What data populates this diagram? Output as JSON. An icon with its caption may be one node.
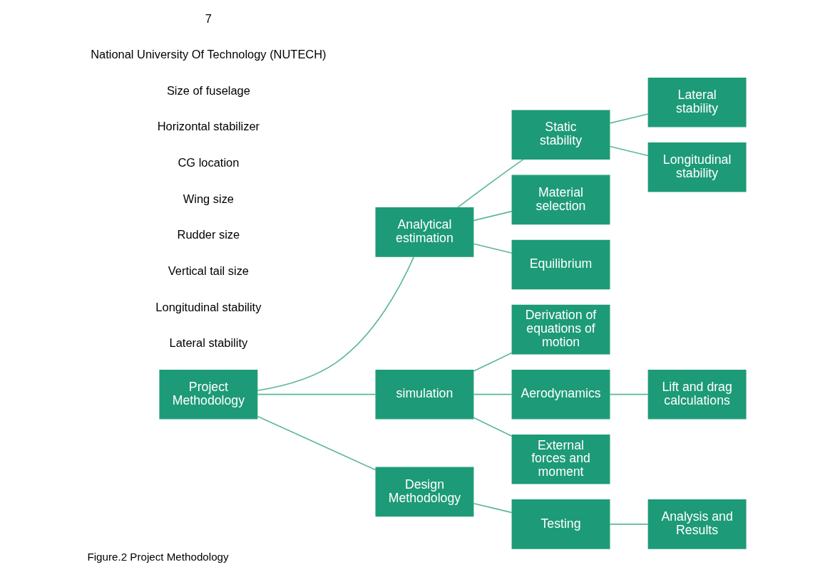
{
  "diagram": {
    "caption": "Figure.2 Project Methodology",
    "nodes": [
      {
        "text": [
          "Project Methodology"
        ]
      },
      {
        "text": [
          "Analytical estimation"
        ]
      },
      {
        "text": [
          "simulation"
        ]
      },
      {
        "text": [
          "Design Methodology"
        ]
      },
      {
        "text": [
          "Static stability"
        ]
      },
      {
        "text": [
          "Material selection"
        ]
      },
      {
        "text": [
          "Equilibrium"
        ]
      },
      {
        "text": [
          "Derivation of equations of motion"
        ]
      },
      {
        "text": [
          "Aerodynamics"
        ]
      },
      {
        "text": [
          "External forces and moment"
        ]
      },
      {
        "text": [
          "Testing"
        ]
      },
      {
        "text": [
          "Lateral stability"
        ]
      },
      {
        "text": [
          "Longitudinal stability"
        ]
      },
      {
        "text": [
          "Lift and drag calculations"
        ]
      },
      {
        "text": [
          "Analysis and Results"
        ]
      }
    ],
    "edges": [
      {
        "from": 0,
        "to": 1,
        "arrow": "none"
      },
      {
        "from": 0,
        "to": 2,
        "arrow": "none"
      },
      {
        "from": 0,
        "to": 3,
        "arrow": "none"
      },
      {
        "from": 1,
        "to": 4,
        "arrow": "none"
      },
      {
        "from": 1,
        "to": 5,
        "arrow": "none"
      },
      {
        "from": 1,
        "to": 6,
        "arrow": "none"
      },
      {
        "from": 4,
        "to": 11,
        "arrow": "none"
      },
      {
        "from": 4,
        "to": 12,
        "arrow": "none"
      },
      {
        "from": 2,
        "to": 7,
        "arrow": "none"
      },
      {
        "from": 2,
        "to": 8,
        "arrow": "none"
      },
      {
        "from": 2,
        "to": 9,
        "arrow": "none"
      },
      {
        "from": 8,
        "to": 13,
        "arrow": "none"
      },
      {
        "from": 3,
        "to": 10,
        "arrow": "none"
      },
      {
        "from": 10,
        "to": 14,
        "arrow": "none"
      }
    ],
    "labels": [
      "Lateral stability",
      "Longitudinal stability",
      "Vertical tail size",
      "Rudder size",
      "Wing size",
      "CG location",
      "Horizontal stabilizer",
      "Size of fuselage",
      "National University Of Technology (NUTECH)",
      "7"
    ]
  }
}
